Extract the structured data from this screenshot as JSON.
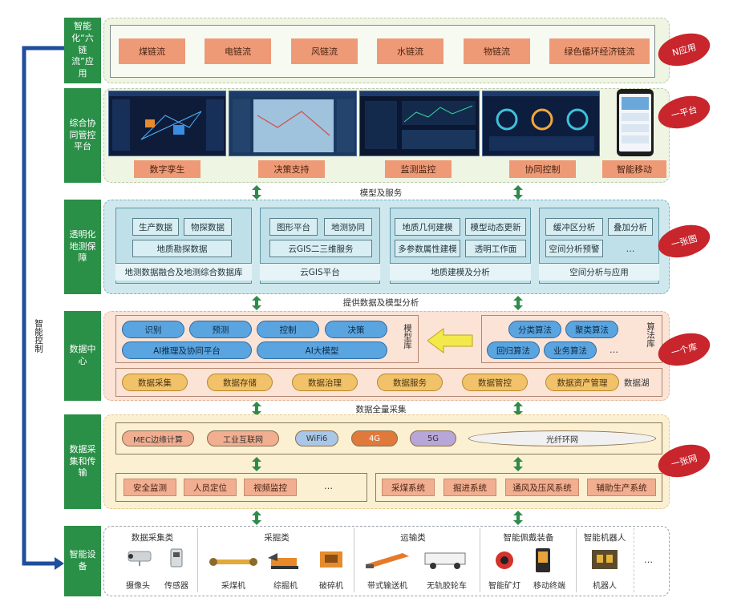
{
  "side_control_label": "智能控制",
  "layers": {
    "app": "智能化“六链流”应用",
    "platform": "综合协同管控平台",
    "geo": "透明化地测保障",
    "data": "数据中心",
    "net": "数据采集和传输",
    "dev": "智能设备"
  },
  "app": {
    "chips": [
      "煤链流",
      "电链流",
      "风链流",
      "水链流",
      "物链流",
      "绿色循环经济链流"
    ],
    "badge": "N应用"
  },
  "platform": {
    "items": [
      "数字孪生",
      "决策支持",
      "监测监控",
      "协同控制",
      "智能移动"
    ],
    "badge": "一平台"
  },
  "connectors": {
    "model_service": "模型及服务",
    "provide_data": "提供数据及模型分析",
    "full_collect": "数据全量采集"
  },
  "geo": {
    "badge": "一张图",
    "groups": [
      {
        "chips": [
          "生产数据",
          "物探数据",
          "地质勘探数据"
        ],
        "footer": "地测数据融合及地测综合数据库"
      },
      {
        "chips": [
          "图形平台",
          "地测协同",
          "云GIS二三维服务"
        ],
        "footer": "云GIS平台"
      },
      {
        "chips": [
          "地质几何建模",
          "模型动态更新",
          "多参数属性建模",
          "透明工作面"
        ],
        "footer": "地质建模及分析"
      },
      {
        "chips": [
          "缓冲区分析",
          "叠加分析",
          "空间分析预警",
          "…"
        ],
        "footer": "空间分析与应用"
      }
    ]
  },
  "data_center": {
    "badge": "一个库",
    "model_pills": [
      "识别",
      "预测",
      "控制",
      "决策",
      "AI推理及协同平台",
      "AI大模型"
    ],
    "model_lib": "模型库",
    "algo_pills": [
      "分类算法",
      "聚类算法",
      "回归算法",
      "业务算法"
    ],
    "algo_more": "…",
    "algo_lib": "算法库",
    "lake_pills": [
      "数据采集",
      "数据存储",
      "数据治理",
      "数据服务",
      "数据管控",
      "数据资产管理"
    ],
    "lake_label": "数据湖"
  },
  "network": {
    "badge": "一张网",
    "top": [
      "MEC边缘计算",
      "工业互联网",
      "WiFi6",
      "4G",
      "5G",
      "光纤环网"
    ],
    "left": [
      "安全监测",
      "人员定位",
      "视频监控",
      "…"
    ],
    "right": [
      "采煤系统",
      "掘进系统",
      "通风及压风系统",
      "辅助生产系统"
    ]
  },
  "devices": {
    "categories": [
      {
        "name": "数据采集类",
        "items": [
          "摄像头",
          "传感器"
        ]
      },
      {
        "name": "采掘类",
        "items": [
          "采煤机",
          "综掘机",
          "破碎机"
        ]
      },
      {
        "name": "运输类",
        "items": [
          "带式输送机",
          "无轨胶轮车"
        ]
      },
      {
        "name": "智能佩戴装备",
        "items": [
          "智能矿灯",
          "移动终端"
        ]
      },
      {
        "name": "智能机器人",
        "items": [
          "机器人"
        ]
      }
    ],
    "more": "…"
  },
  "colors": {
    "layer_green": "#2a8f47",
    "badge_red": "#c8252c",
    "arrow_blue": "#1f4e9c",
    "connector_green": "#2e8b4a"
  }
}
